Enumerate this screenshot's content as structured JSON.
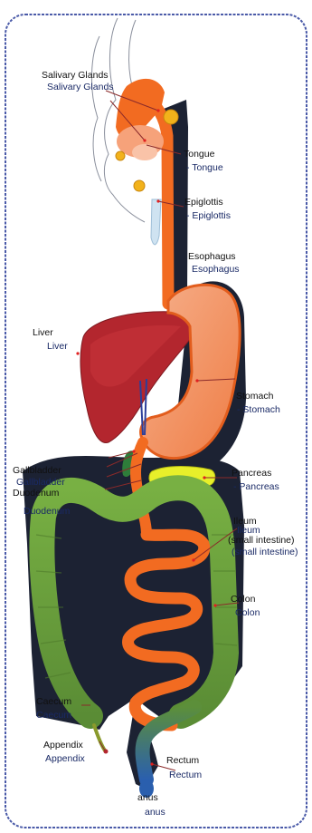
{
  "labels": {
    "salivary_glands": "Salivary Glands",
    "salivary_glands_2": "Salivary Glands",
    "tongue": "Tongue",
    "tongue_2": "- Tongue",
    "epiglottis": "Epiglottis",
    "epiglottis_2": "- Epiglottis",
    "esophagus": "Esophagus",
    "esophagus_2": "Esophagus",
    "liver": "Liver",
    "liver_2": "Liver",
    "stomach": "Stomach",
    "stomach_2": "- Stomach",
    "gallbladder": "Gallbladder",
    "gallbladder_2": "Gallbladder",
    "duodenum": "Duodenum",
    "duodenum_2": "Duodenum",
    "pancreas": "Pancreas",
    "pancreas_2": "- Pancreas",
    "ileum": "Ileum",
    "ileum_2": "Ileum",
    "small_intestine": "(small intestine)",
    "small_intestine_2": "(small intestine)",
    "colon": "Colon",
    "colon_2": "Colon",
    "caecum": "Caecum",
    "caecum_2": "Caecum",
    "appendix": "Appendix",
    "appendix_2": "Appendix",
    "rectum": "Rectum",
    "rectum_2": "Rectum",
    "anus": "anus",
    "anus_2": "anus"
  },
  "colors": {
    "esophagus": "#f26b21",
    "stomach": "#f39a6f",
    "liver": "#b3262e",
    "pancreas": "#e8ef2a",
    "colon": "#6fa83a",
    "small_intestine": "#f26b21",
    "shadow": "#1c2233",
    "rectum": "#2d6bb0",
    "border": "#4a5aa8"
  }
}
